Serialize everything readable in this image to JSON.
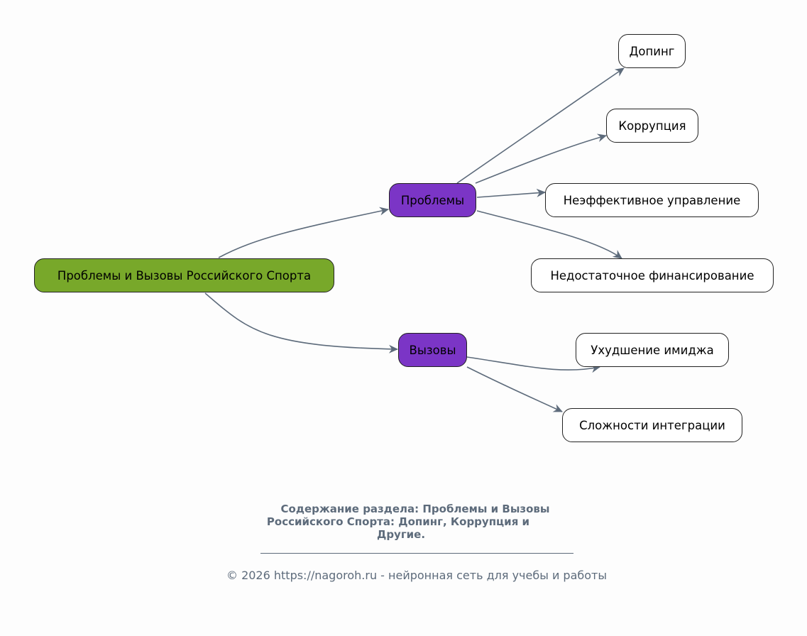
{
  "diagram": {
    "colors": {
      "root": "#78a82a",
      "category": "#7b35c6",
      "leaf": "#ffffff",
      "edge": "#5d6b7b",
      "caption": "#5d6b7b"
    },
    "root": {
      "id": "root",
      "label": "Проблемы и Вызовы Российского Спорта"
    },
    "categories": [
      {
        "id": "problems",
        "label": "Проблемы"
      },
      {
        "id": "challenges",
        "label": "Вызовы"
      }
    ],
    "leaves": [
      {
        "id": "doping",
        "label": "Допинг",
        "parent": "problems"
      },
      {
        "id": "corruption",
        "label": "Коррупция",
        "parent": "problems"
      },
      {
        "id": "management",
        "label": "Неэффективное управление",
        "parent": "problems"
      },
      {
        "id": "funding",
        "label": "Недостаточное финансирование",
        "parent": "problems"
      },
      {
        "id": "image",
        "label": "Ухудшение имиджа",
        "parent": "challenges"
      },
      {
        "id": "integration",
        "label": "Сложности интеграции",
        "parent": "challenges"
      }
    ],
    "edges": [
      {
        "from": "root",
        "to": "problems"
      },
      {
        "from": "root",
        "to": "challenges"
      },
      {
        "from": "problems",
        "to": "doping"
      },
      {
        "from": "problems",
        "to": "corruption"
      },
      {
        "from": "problems",
        "to": "management"
      },
      {
        "from": "problems",
        "to": "funding"
      },
      {
        "from": "challenges",
        "to": "image"
      },
      {
        "from": "challenges",
        "to": "integration"
      }
    ]
  },
  "caption": {
    "lines": [
      "Содержание раздела: Проблемы и Вызовы",
      "Российского Спорта: Допинг, Коррупция и",
      "Другие."
    ]
  },
  "footer": {
    "text": "© 2026 https://nagoroh.ru - нейронная сеть для учебы и работы"
  }
}
